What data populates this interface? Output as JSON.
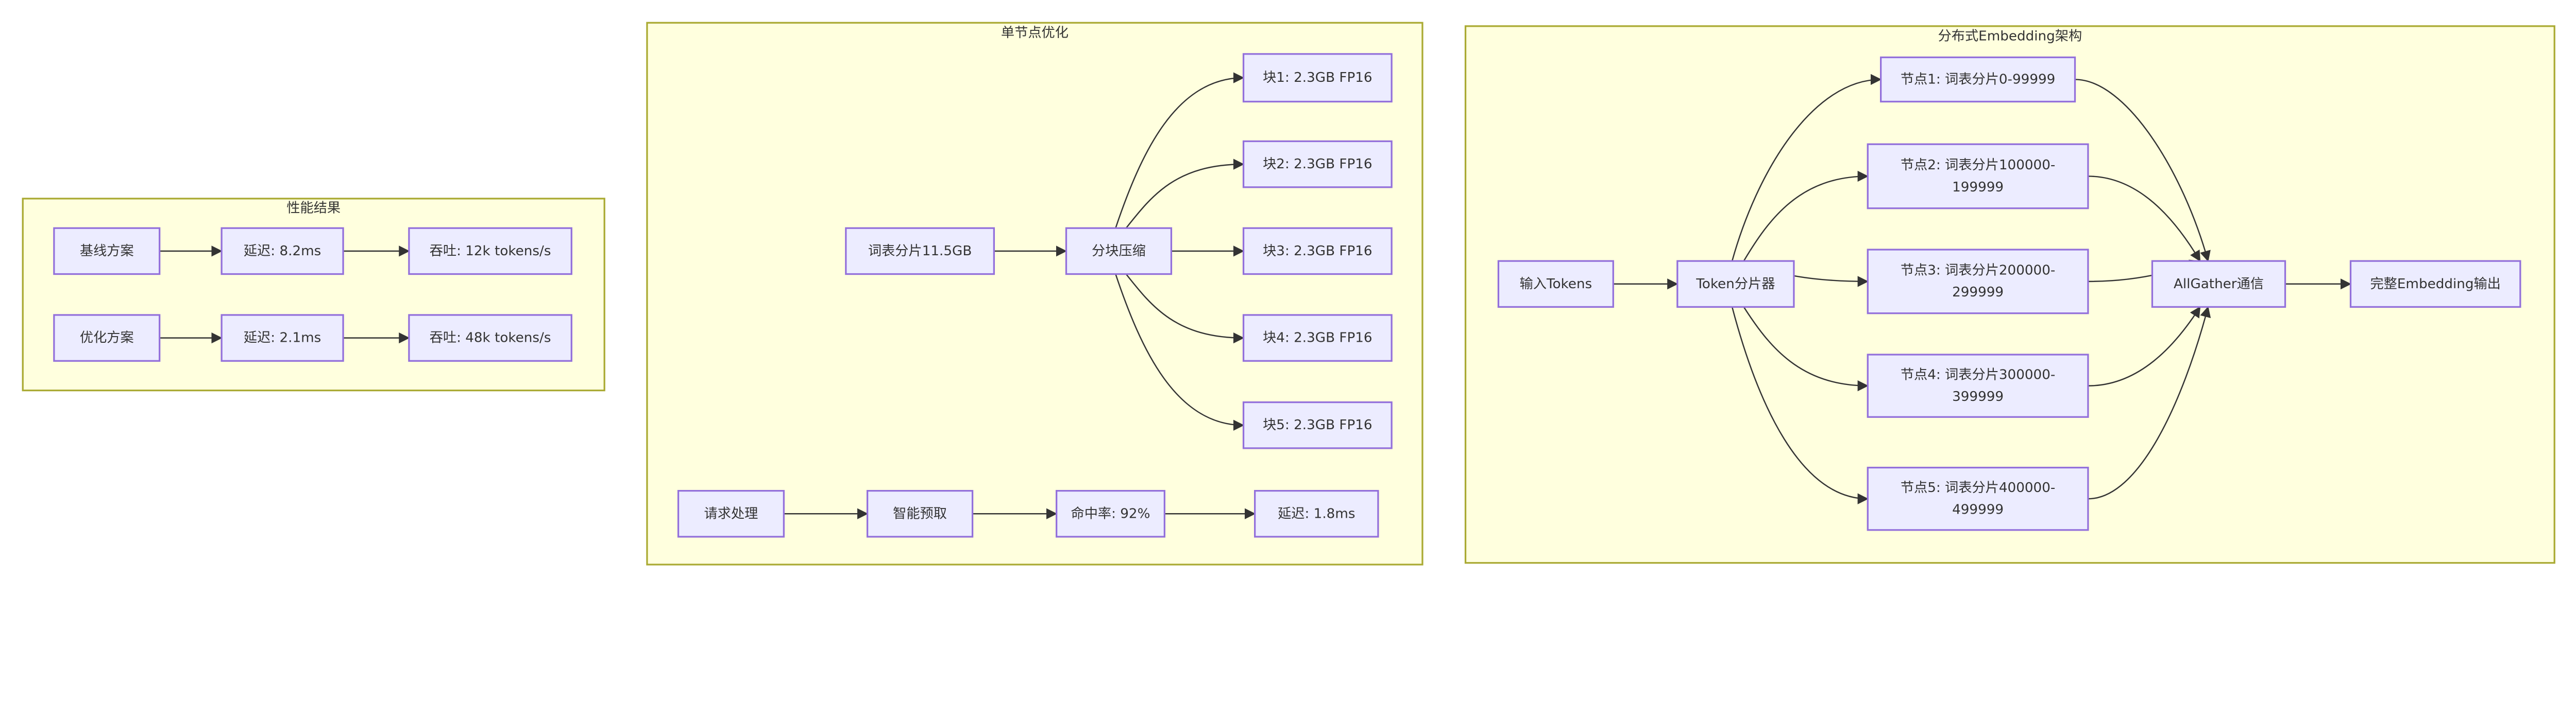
{
  "colors": {
    "cluster_fill": "#ffffde",
    "cluster_stroke": "#aaaa33",
    "node_fill": "#ececff",
    "node_stroke": "#9370db",
    "edge": "#333333"
  },
  "clusters": [
    {
      "id": "perf",
      "title": "性能结果",
      "nodes": [
        {
          "id": "base",
          "lines": [
            "基线方案"
          ]
        },
        {
          "id": "lat1",
          "lines": [
            "延迟: 8.2ms"
          ]
        },
        {
          "id": "thr1",
          "lines": [
            "吞吐: 12k tokens/s"
          ]
        },
        {
          "id": "opt",
          "lines": [
            "优化方案"
          ]
        },
        {
          "id": "lat2",
          "lines": [
            "延迟: 2.1ms"
          ]
        },
        {
          "id": "thr2",
          "lines": [
            "吞吐: 48k tokens/s"
          ]
        }
      ]
    },
    {
      "id": "single",
      "title": "单节点优化",
      "nodes": [
        {
          "id": "shard",
          "lines": [
            "词表分片11.5GB"
          ]
        },
        {
          "id": "compress",
          "lines": [
            "分块压缩"
          ]
        },
        {
          "id": "b1",
          "lines": [
            "块1: 2.3GB FP16"
          ]
        },
        {
          "id": "b2",
          "lines": [
            "块2: 2.3GB FP16"
          ]
        },
        {
          "id": "b3",
          "lines": [
            "块3: 2.3GB FP16"
          ]
        },
        {
          "id": "b4",
          "lines": [
            "块4: 2.3GB FP16"
          ]
        },
        {
          "id": "b5",
          "lines": [
            "块5: 2.3GB FP16"
          ]
        },
        {
          "id": "req",
          "lines": [
            "请求处理"
          ]
        },
        {
          "id": "prefetch",
          "lines": [
            "智能预取"
          ]
        },
        {
          "id": "hit",
          "lines": [
            "命中率: 92%"
          ]
        },
        {
          "id": "lat3",
          "lines": [
            "延迟: 1.8ms"
          ]
        }
      ]
    },
    {
      "id": "dist",
      "title": "分布式Embedding架构",
      "nodes": [
        {
          "id": "in",
          "lines": [
            "输入Tokens"
          ]
        },
        {
          "id": "tok",
          "lines": [
            "Token分片器"
          ]
        },
        {
          "id": "n1",
          "lines": [
            "节点1: 词表分片0-99999"
          ]
        },
        {
          "id": "n2",
          "lines": [
            "节点2: 词表分片100000-",
            "199999"
          ]
        },
        {
          "id": "n3",
          "lines": [
            "节点3: 词表分片200000-",
            "299999"
          ]
        },
        {
          "id": "n4",
          "lines": [
            "节点4: 词表分片300000-",
            "399999"
          ]
        },
        {
          "id": "n5",
          "lines": [
            "节点5: 词表分片400000-",
            "499999"
          ]
        },
        {
          "id": "ag",
          "lines": [
            "AllGather通信"
          ]
        },
        {
          "id": "out",
          "lines": [
            "完整Embedding输出"
          ]
        }
      ]
    }
  ],
  "edges": [
    [
      "base",
      "lat1"
    ],
    [
      "lat1",
      "thr1"
    ],
    [
      "opt",
      "lat2"
    ],
    [
      "lat2",
      "thr2"
    ],
    [
      "shard",
      "compress"
    ],
    [
      "compress",
      "b1"
    ],
    [
      "compress",
      "b2"
    ],
    [
      "compress",
      "b3"
    ],
    [
      "compress",
      "b4"
    ],
    [
      "compress",
      "b5"
    ],
    [
      "req",
      "prefetch"
    ],
    [
      "prefetch",
      "hit"
    ],
    [
      "hit",
      "lat3"
    ],
    [
      "in",
      "tok"
    ],
    [
      "tok",
      "n1"
    ],
    [
      "tok",
      "n2"
    ],
    [
      "tok",
      "n3"
    ],
    [
      "tok",
      "n4"
    ],
    [
      "tok",
      "n5"
    ],
    [
      "n1",
      "ag"
    ],
    [
      "n2",
      "ag"
    ],
    [
      "n3",
      "ag"
    ],
    [
      "n4",
      "ag"
    ],
    [
      "n5",
      "ag"
    ],
    [
      "ag",
      "out"
    ]
  ]
}
